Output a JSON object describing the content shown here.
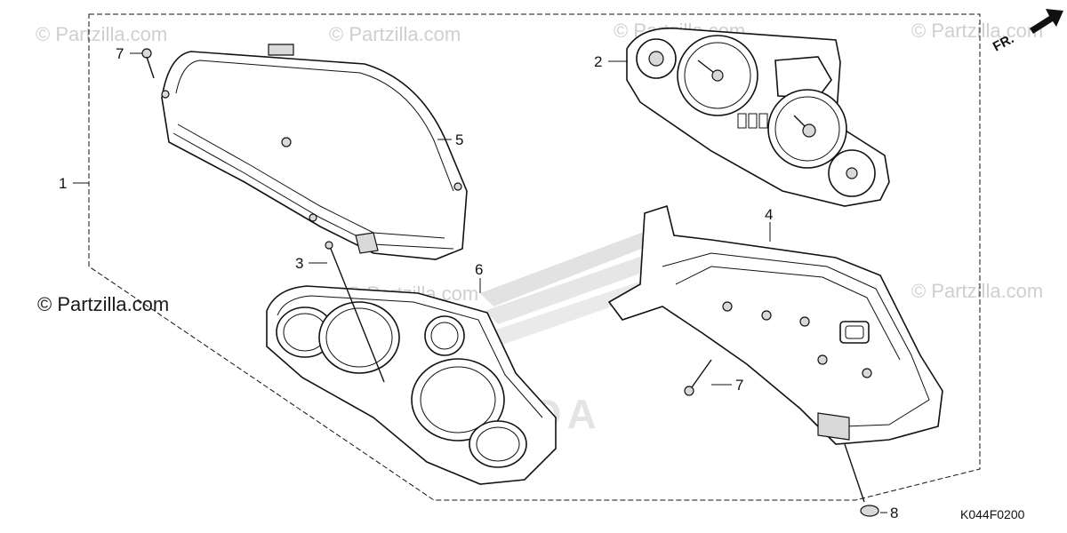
{
  "watermark": {
    "text": "© Partzilla.com"
  },
  "callouts": {
    "c1": "1",
    "c2": "2",
    "c3": "3",
    "c4": "4",
    "c5": "5",
    "c6": "6",
    "c7a": "7",
    "c7b": "7",
    "c8": "8"
  },
  "direction_label": "FR.",
  "diagram_code": "K044F0200",
  "logo_text": "HONDA"
}
